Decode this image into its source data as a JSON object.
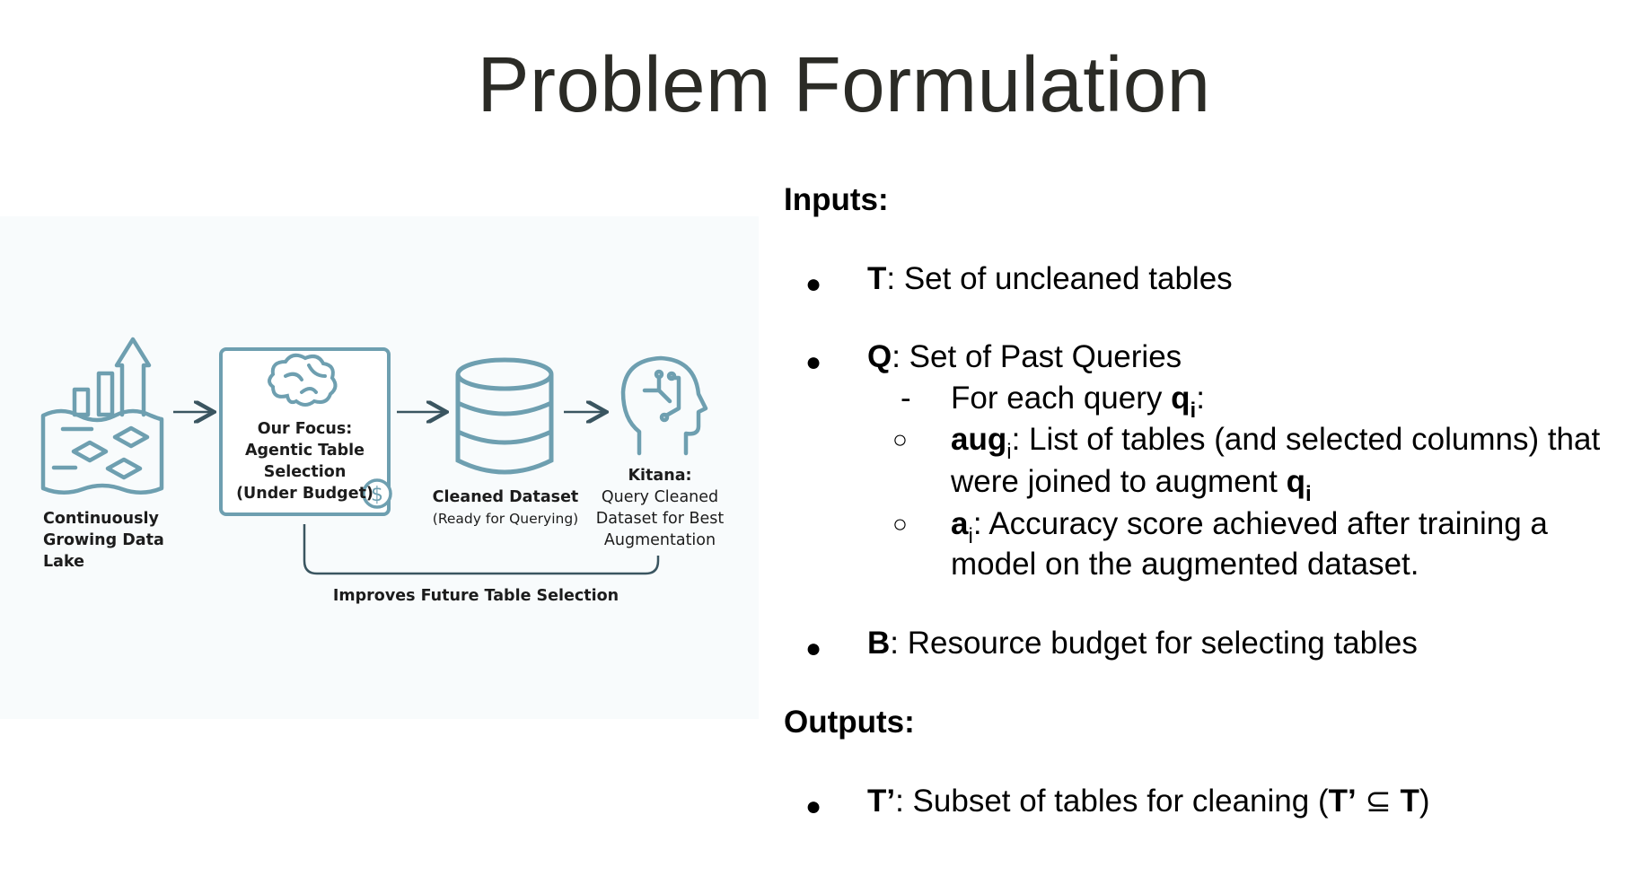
{
  "title": "Problem Formulation",
  "diagram": {
    "nodes": {
      "data_lake": [
        "Continuously",
        "Growing Data",
        "Lake"
      ],
      "focus": [
        "Our Focus:",
        "Agentic Table",
        "Selection",
        "(Under Budget)"
      ],
      "cleaned": [
        "Cleaned Dataset",
        "(Ready for Querying)"
      ],
      "kitana": [
        "Kitana:",
        "Query Cleaned",
        "Dataset for Best",
        "Augmentation"
      ]
    },
    "feedback_label": "Improves Future Table Selection",
    "icons": {
      "data_lake": "data-lake-growth-icon",
      "focus": "brain-icon",
      "budget": "dollar-coin-icon",
      "cleaned": "database-icon",
      "kitana": "head-circuit-icon"
    },
    "accent_color": "#6e9fb0"
  },
  "inputs": {
    "heading": "Inputs:",
    "T": {
      "symbol": "T",
      "text": ": Set of uncleaned tables"
    },
    "Q": {
      "symbol": "Q",
      "text": ": Set of Past Queries"
    },
    "for_each": {
      "prefix": "For each query ",
      "symbol": "q",
      "sub": "i",
      "suffix": ":"
    },
    "aug": {
      "symbol": "aug",
      "sub": "i",
      "line1": ": List of tables (and selected columns) that",
      "line2_prefix": "were joined to augment ",
      "line2_symbol": "q",
      "line2_sub": "i"
    },
    "acc": {
      "symbol": "a",
      "sub": "i",
      "line1": ": Accuracy score achieved after training a",
      "line2": "model on the augmented dataset."
    },
    "B": {
      "symbol": "B",
      "text": ": Resource budget for selecting tables"
    }
  },
  "outputs": {
    "heading": "Outputs:",
    "T_prime": {
      "symbol": "T’",
      "text": ": Subset of tables for cleaning (",
      "symbol2": "T’",
      "rel": " ⊆ ",
      "symbol3": "T",
      "close": ")"
    }
  },
  "markers": {
    "bullet": "●",
    "dash": "-",
    "ring": "○"
  }
}
